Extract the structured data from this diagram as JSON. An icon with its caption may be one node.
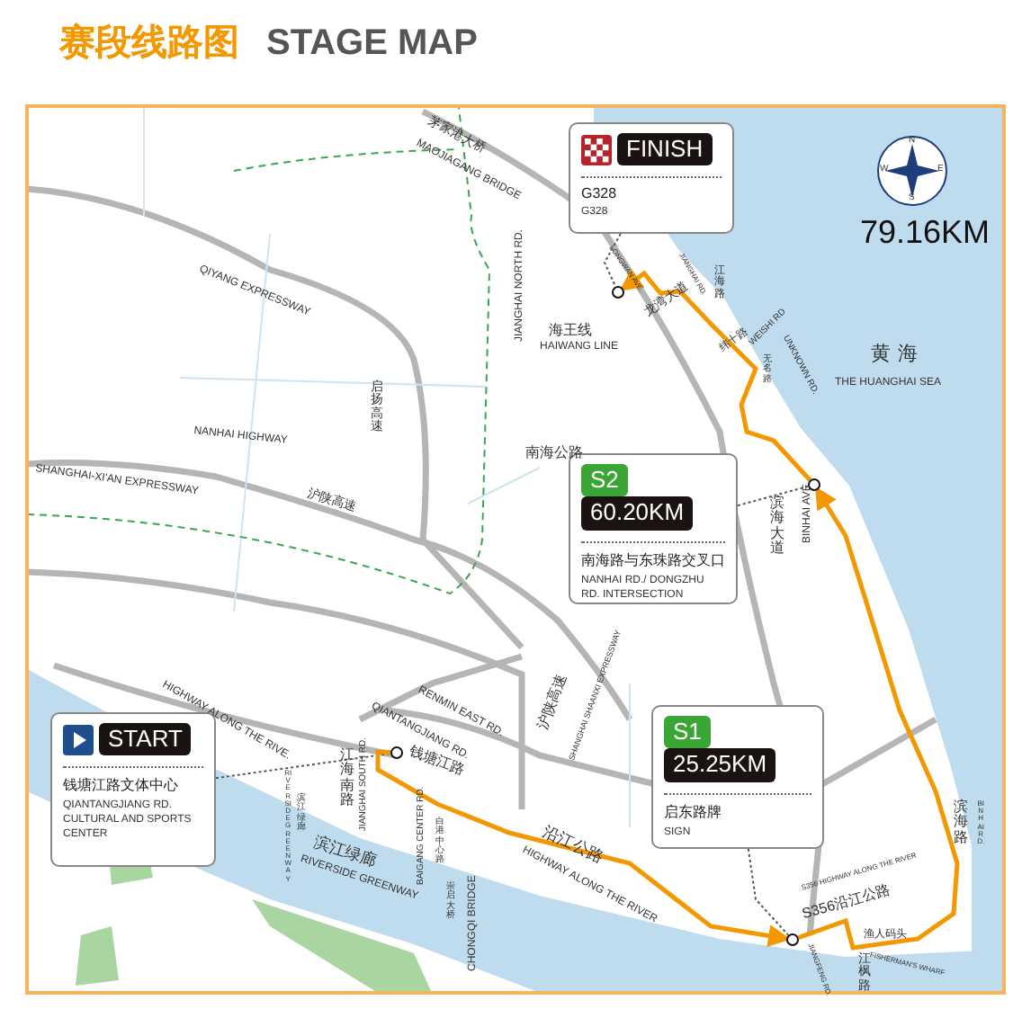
{
  "diagram": {
    "title": "赛段线路图",
    "nodes": [
      {
        "text": [
          "START",
          "钱塘江路文体中心",
          "QIANTANGJIANG RD. CULTURAL AND SPORTS CENTER"
        ]
      },
      {
        "text": [],
        "shape": "circle"
      },
      {
        "text": [
          "S1",
          "25.25KM",
          "启东路牌",
          "SIGN"
        ]
      },
      {
        "text": [],
        "shape": "circle"
      },
      {
        "text": [
          "S2",
          "60.20KM",
          "南海路与东珠路交叉口",
          "NANHAI RD./ DONGZHU RD. INTERSECTION"
        ]
      },
      {
        "text": [],
        "shape": "circle"
      },
      {
        "text": [
          "FINISH",
          "G328",
          "G328"
        ]
      },
      {
        "text": [],
        "shape": "circle"
      }
    ],
    "edges": [
      {
        "from": 0,
        "to": 1,
        "arrow": "none",
        "style": "dashed"
      },
      {
        "from": 1,
        "to": 3,
        "arrow": "to",
        "style": "thick",
        "color": "#f39800"
      },
      {
        "from": 2,
        "to": 3,
        "arrow": "none",
        "style": "dashed"
      },
      {
        "from": 3,
        "to": 5,
        "arrow": "to",
        "style": "thick",
        "color": "#f39800"
      },
      {
        "from": 4,
        "to": 5,
        "arrow": "none",
        "style": "dashed"
      },
      {
        "from": 5,
        "to": 7,
        "arrow": "to",
        "style": "thick",
        "color": "#f39800"
      },
      {
        "from": 6,
        "to": 7,
        "arrow": "none",
        "style": "dashed"
      }
    ],
    "labels": [
      "STAGE MAP",
      "79.16KM",
      "N",
      "E",
      "S",
      "W",
      "茅家港大桥",
      "MAOJIAGANG BRIDGE",
      "QIYANG EXPRESSWAY",
      "启扬高速",
      "NANHAI HIGHWAY",
      "SHANGHAI-XI'AN EXPRESSWAY",
      "沪陕高速",
      "JIANGHAI NORTH RD.",
      "海王线",
      "HAIWANG LINE",
      "南海公路",
      "LONGWAN AVE.",
      "龙湾大道",
      "JIANGHAI RD.",
      "江海路",
      "纬十路",
      "WEISHI RD",
      "UNKNOWN RD.",
      "无名路",
      "黄海",
      "THE HUANGHAI SEA",
      "滨海大道",
      "BINHAI AVE.",
      "HIGHWAY ALONG THE RIVE.",
      "QIANTANGJIANG RD.",
      "RENMIN EAST RD.",
      "钱塘江路",
      "RIVERSIDE GREENWAY",
      "滨江绿廊",
      "江海南路",
      "JIANGHAI SOUTH RD.",
      "滨江绿廊",
      "RIVERSIDE GREENWAY",
      "BAIGANG CENTER RD.",
      "白港中心路",
      "崇启大桥",
      "CHONGQI BRIDGE",
      "沪陕高速",
      "SHANGHAI SHAANXI EXPRESSWAY",
      "沿江公路",
      "HIGHWAY ALONG THE RIVER",
      "S356 HIGHWAY ALONG THE RIVER",
      "S356沿江公路",
      "JIANGFENG RD.",
      "江枫路",
      "渔人码头",
      "FISHERMAN'S WHARF",
      "滨海路",
      "BINHAI RD."
    ]
  }
}
